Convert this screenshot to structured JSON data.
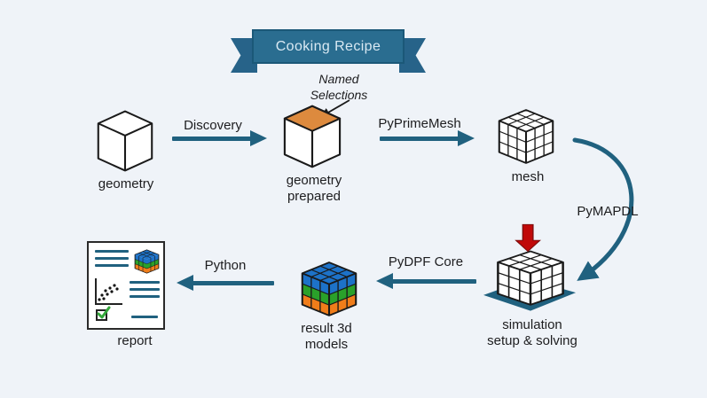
{
  "banner": {
    "label": "Cooking Recipe"
  },
  "nodes": {
    "geometry": {
      "label": "geometry",
      "icon": "cube-outline"
    },
    "geometry_prepared": {
      "line1": "geometry",
      "line2": "prepared",
      "icon": "cube-with-orange-top",
      "annotation": {
        "line1": "Named",
        "line2": "Selections"
      }
    },
    "mesh": {
      "label": "mesh",
      "icon": "meshed-cube"
    },
    "simulation": {
      "line1": "simulation",
      "line2": "setup & solving",
      "icon": "meshed-cube-on-plate-with-load-arrow"
    },
    "result": {
      "line1": "result 3d",
      "line2": "models",
      "icon": "colored-result-cube"
    },
    "report": {
      "label": "report",
      "icon": "document-with-chart-and-checklist"
    }
  },
  "arrows": {
    "discovery": {
      "label": "Discovery",
      "direction": "right"
    },
    "pyprimemesh": {
      "label": "PyPrimeMesh",
      "direction": "right"
    },
    "pymapdl": {
      "label": "PyMAPDL",
      "direction": "curved-down-left"
    },
    "pydpf_core": {
      "label": "PyDPF Core",
      "direction": "left"
    },
    "python": {
      "label": "Python",
      "direction": "left"
    }
  },
  "colors": {
    "background": "#eff3f8",
    "ink": "#1d1d1f",
    "teal": "#20617f",
    "ribbon_band": "#2a6d90",
    "ribbon_edge": "#1b5878",
    "ribbon_tail": "#276389",
    "banner_text": "#d9e9f3",
    "orange_face": "#dd8a3e",
    "cell_blue": "#1d72c8",
    "cell_green": "#2aa12a",
    "cell_orange": "#f07d1a",
    "red_load": "#c00909",
    "red_load_edge": "#7e0d0d",
    "check_green": "#33a73a"
  }
}
